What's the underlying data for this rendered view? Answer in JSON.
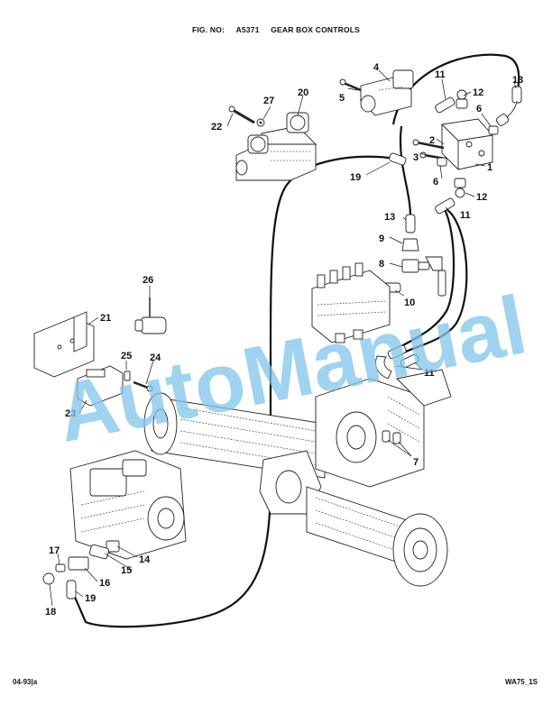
{
  "header": {
    "fig_label": "FIG. NO:",
    "fig_number": "A5371",
    "fig_title": "GEAR BOX CONTROLS"
  },
  "footer": {
    "left": "04-93|a",
    "right": "WA75_1S"
  },
  "callouts": {
    "c1": "1",
    "c2": "2",
    "c3": "3",
    "c4": "4",
    "c5": "5",
    "c6a": "6",
    "c6b": "6",
    "c7": "7",
    "c8": "8",
    "c9": "9",
    "c10": "10",
    "c11a": "11",
    "c11b": "11",
    "c11c": "11",
    "c12a": "12",
    "c12b": "12",
    "c13a": "13",
    "c13b": "13",
    "c14": "14",
    "c15": "15",
    "c16": "16",
    "c17": "17",
    "c18": "18",
    "c19a": "19",
    "c19b": "19",
    "c20": "20",
    "c21": "21",
    "c22": "22",
    "c23": "23",
    "c24": "24",
    "c25": "25",
    "c26": "26",
    "c27": "27"
  },
  "watermark": "AutoManual"
}
